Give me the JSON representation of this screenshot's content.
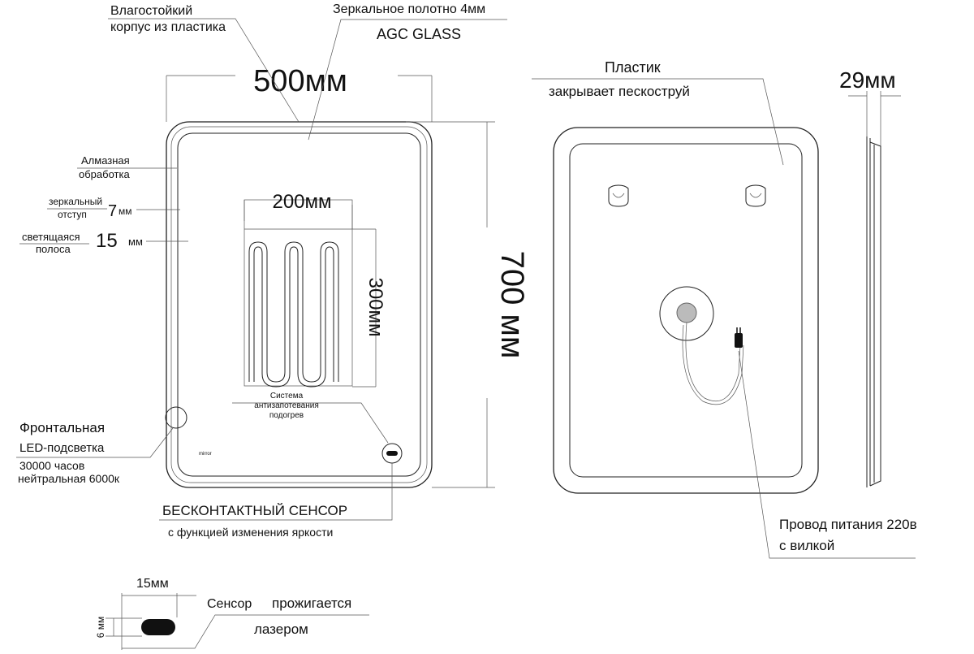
{
  "labels": {
    "housing_line1": "Влагостойкий",
    "housing_line2": "корпус из пластика",
    "glass_line1": "Зеркальное  полотно 4мм",
    "glass_line2": "AGC GLASS",
    "width_dim": "500мм",
    "height_dim": "700 мм",
    "diamond_line1": "Алмазная",
    "diamond_line2": "обработка",
    "mirror_offset_line1": "зеркальный",
    "mirror_offset_line2": "отступ",
    "mirror_offset_num": "7",
    "mirror_offset_unit": "мм",
    "strip_line1": "светящаяся",
    "strip_line2": "полоса",
    "strip_num": "15",
    "strip_unit": "мм",
    "heater_width": "200мм",
    "heater_height": "300мм",
    "antifog_line1": "Система",
    "antifog_line2": "антизапотевания",
    "antifog_line3": "подогрев",
    "front_line1": "Фронтальная",
    "front_line2": "LED-подсветка",
    "front_line3": "30000 часов",
    "front_line4": "нейтральная 6000к",
    "sensor_line1": "БЕСКОНТАКТНЫЙ СЕНСОР",
    "sensor_line2": "с функцией изменения яркости",
    "plastic_line1": "Пластик",
    "plastic_line2": "закрывает пескоструй",
    "depth_dim": "29мм",
    "power_line1": "Провод питания 220в",
    "power_line2": "с вилкой",
    "sensor_size": "15мм",
    "sensor_height": "6 мм",
    "laser_word1": "Сенсор",
    "laser_word2": "прожигается",
    "laser_line2": "лазером"
  }
}
